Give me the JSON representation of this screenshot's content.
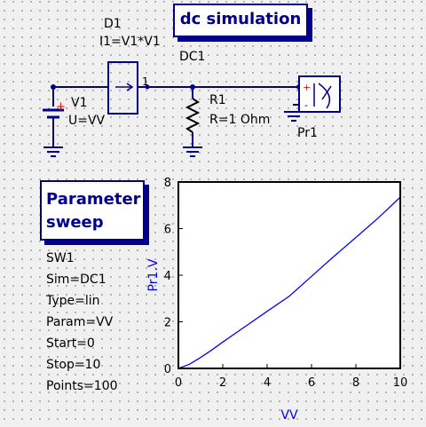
{
  "diode": {
    "name": "D1",
    "expr": "I1=V1*V1",
    "pin_label": "1"
  },
  "dc_sim": {
    "title": "dc simulation",
    "name": "DC1"
  },
  "source": {
    "name": "V1",
    "value": "U=VV",
    "plus": "+"
  },
  "resistor": {
    "name": "R1",
    "value": "R=1 Ohm"
  },
  "probe": {
    "name": "Pr1",
    "minus": "-"
  },
  "sweep": {
    "title_line1": "Parameter",
    "title_line2": "sweep",
    "props": [
      "SW1",
      "Sim=DC1",
      "Type=lin",
      "Param=VV",
      "Start=0",
      "Stop=10",
      "Points=100"
    ]
  },
  "colors": {
    "wire": "#00008b",
    "component": "#00008b",
    "resistor": "#000000",
    "curve": "#0000ff"
  },
  "chart_data": {
    "type": "line",
    "xlabel": "VV",
    "ylabel": "Pr1.V",
    "xlim": [
      0,
      10
    ],
    "ylim": [
      0,
      8
    ],
    "xticks": [
      0,
      2,
      4,
      6,
      8,
      10
    ],
    "yticks": [
      0,
      2,
      4,
      6,
      8
    ],
    "grid": false,
    "series": [
      {
        "x": [
          0,
          0.5,
          1,
          1.5,
          2,
          3,
          4,
          5,
          6,
          7,
          8,
          9,
          10
        ],
        "y": [
          0,
          0.18,
          0.47,
          0.79,
          1.13,
          1.79,
          2.45,
          3.1,
          3.95,
          4.8,
          5.62,
          6.45,
          7.35
        ]
      }
    ]
  }
}
